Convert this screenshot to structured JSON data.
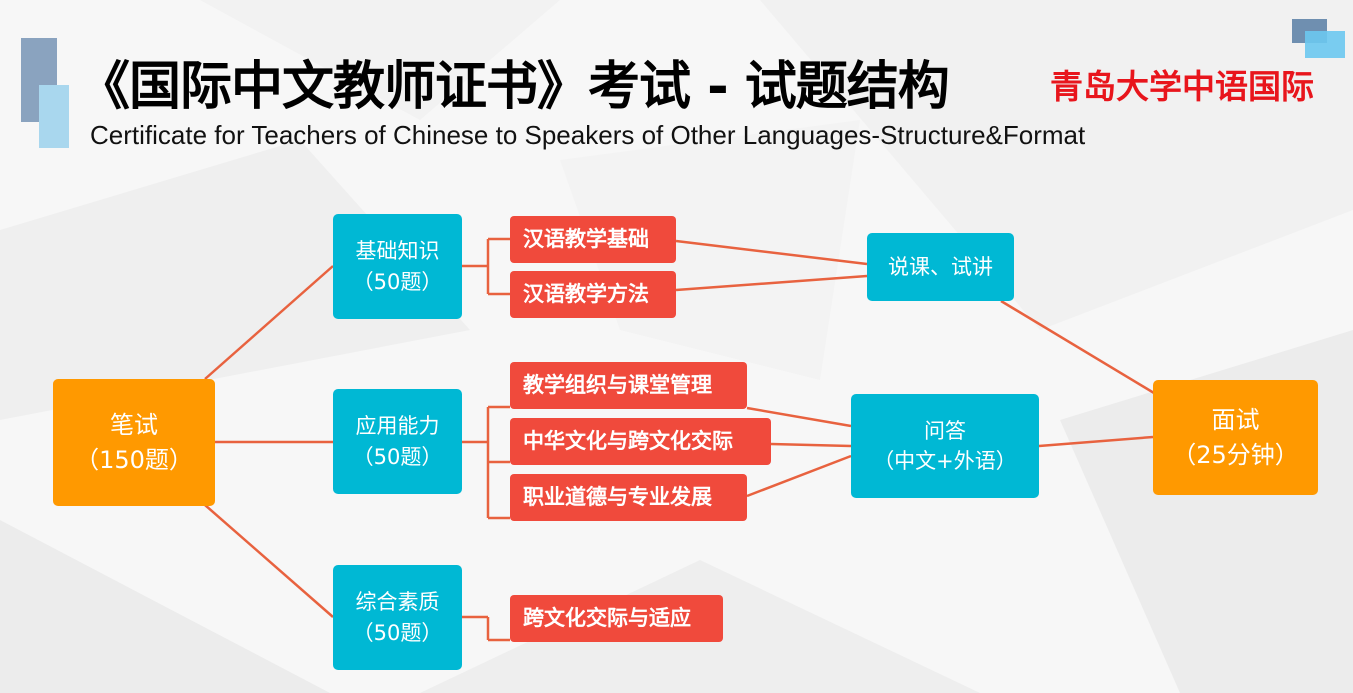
{
  "header": {
    "title": "《国际中文教师证书》考试 - 试题结构",
    "subtitle": "Certificate for Teachers of Chinese to Speakers of Other Languages-Structure&Format",
    "brand": "青岛大学中语国际"
  },
  "diagram": {
    "written": {
      "title": "笔试",
      "detail": "（150题）"
    },
    "sections": [
      {
        "title": "基础知识",
        "detail": "（50题）",
        "topics": [
          "汉语教学基础",
          "汉语教学方法"
        ]
      },
      {
        "title": "应用能力",
        "detail": "（50题）",
        "topics": [
          "教学组织与课堂管理",
          "中华文化与跨文化交际",
          "职业道德与专业发展"
        ]
      },
      {
        "title": "综合素质",
        "detail": "（50题）",
        "topics": [
          "跨文化交际与适应"
        ]
      }
    ],
    "interview_parts": [
      {
        "title": "说课、试讲"
      },
      {
        "title": "问答",
        "detail": "（中文+外语）"
      }
    ],
    "interview": {
      "title": "面试",
      "detail": "（25分钟）"
    }
  },
  "colors": {
    "orange": "#ff9900",
    "cyan": "#00b8d4",
    "red": "#f04a3c",
    "line": "#e8623f",
    "brand": "#e8151c"
  }
}
